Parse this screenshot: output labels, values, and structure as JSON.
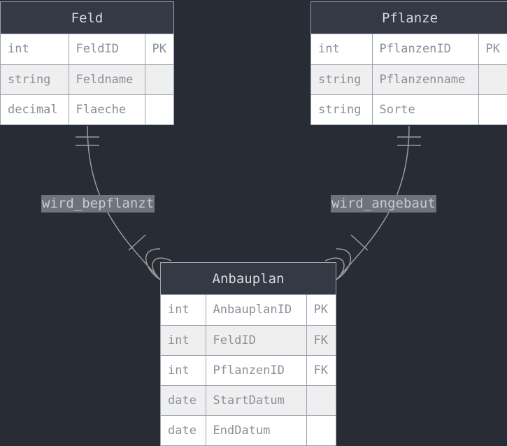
{
  "entities": {
    "feld": {
      "title": "Feld",
      "rows": [
        {
          "type": "int",
          "name": "FeldID",
          "key": "PK"
        },
        {
          "type": "string",
          "name": "Feldname",
          "key": ""
        },
        {
          "type": "decimal",
          "name": "Flaeche",
          "key": ""
        }
      ]
    },
    "pflanze": {
      "title": "Pflanze",
      "rows": [
        {
          "type": "int",
          "name": "PflanzenID",
          "key": "PK"
        },
        {
          "type": "string",
          "name": "Pflanzenname",
          "key": ""
        },
        {
          "type": "string",
          "name": "Sorte",
          "key": ""
        }
      ]
    },
    "anbauplan": {
      "title": "Anbauplan",
      "rows": [
        {
          "type": "int",
          "name": "AnbauplanID",
          "key": "PK"
        },
        {
          "type": "int",
          "name": "FeldID",
          "key": "FK"
        },
        {
          "type": "int",
          "name": "PflanzenID",
          "key": "FK"
        },
        {
          "type": "date",
          "name": "StartDatum",
          "key": ""
        },
        {
          "type": "date",
          "name": "EndDatum",
          "key": ""
        }
      ]
    }
  },
  "relationships": {
    "feld_anbauplan": {
      "label": "wird_bepflanzt"
    },
    "pflanze_anbauplan": {
      "label": "wird_angebaut"
    }
  },
  "colors": {
    "background": "#282c34",
    "header": "#343944",
    "border": "#9aa3b2",
    "line": "#9b9b9b",
    "label_bg": "#6f747c"
  }
}
